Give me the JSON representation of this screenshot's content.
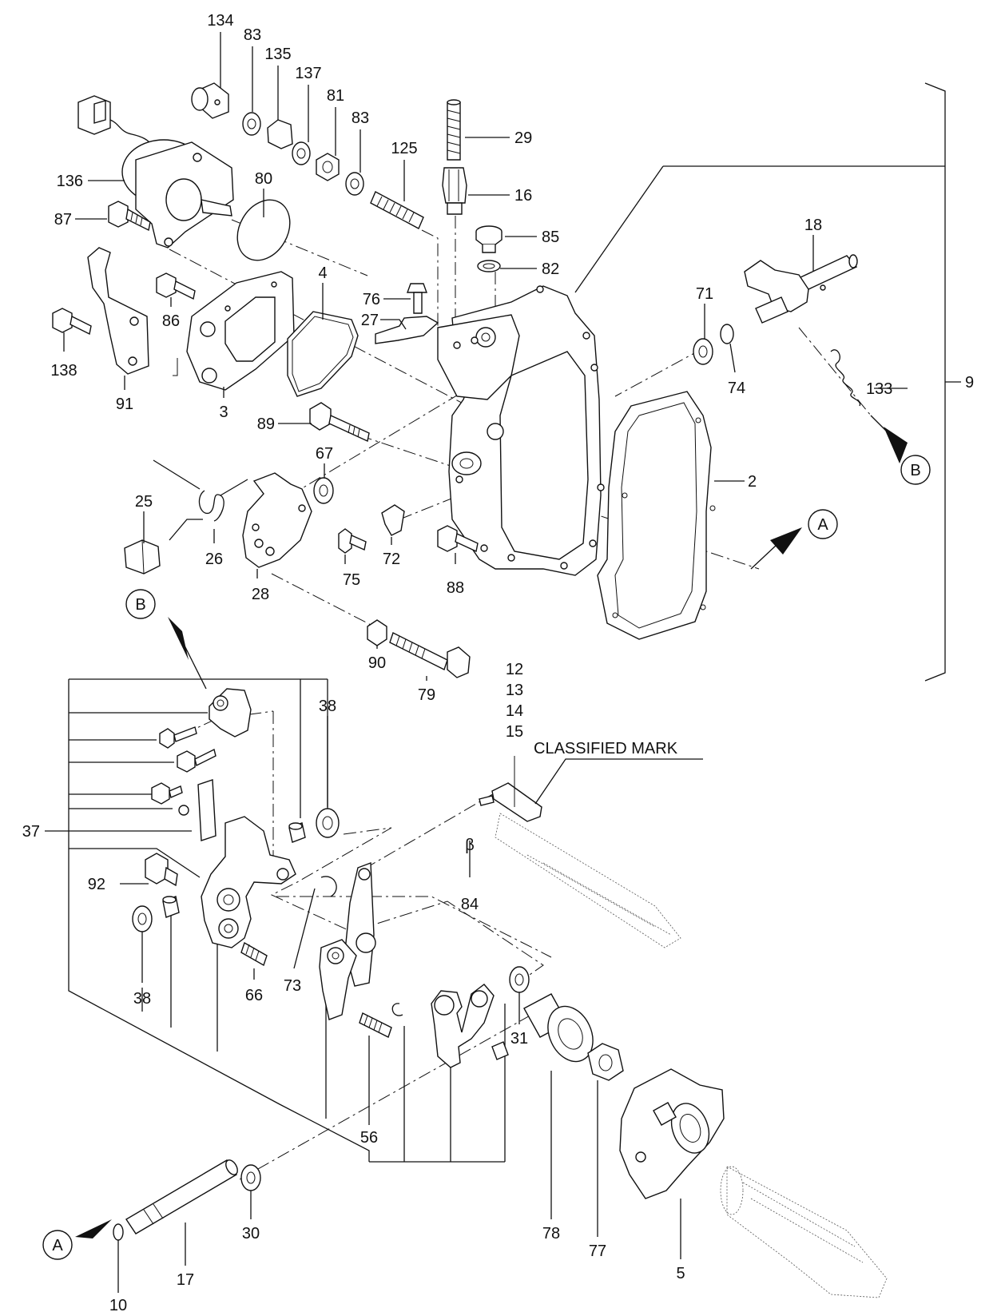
{
  "callouts": {
    "c134": "134",
    "c83a": "83",
    "c135": "135",
    "c137": "137",
    "c81": "81",
    "c83b": "83",
    "c125": "125",
    "c29": "29",
    "c16": "16",
    "c85": "85",
    "c82": "82",
    "c136": "136",
    "c87": "87",
    "c80": "80",
    "c4": "4",
    "c76": "76",
    "c27": "27",
    "c18": "18",
    "c71": "71",
    "c74": "74",
    "c133": "133",
    "c9": "9",
    "c138": "138",
    "c86": "86",
    "c91": "91",
    "c3": "3",
    "c89": "89",
    "c67": "67",
    "c25": "25",
    "c26": "26",
    "c28": "28",
    "c75": "75",
    "c72": "72",
    "c88": "88",
    "c2": "2",
    "c90": "90",
    "c79": "79",
    "c12": "12",
    "c13": "13",
    "c14": "14",
    "c15": "15",
    "c38a": "38",
    "c37": "37",
    "c92": "92",
    "c38b": "38",
    "c73": "73",
    "c66": "66",
    "c84": "84",
    "c31": "31",
    "c56": "56",
    "c30": "30",
    "c78": "78",
    "c77": "77",
    "c17": "17",
    "c10": "10",
    "c5": "5"
  },
  "refs": {
    "a1": "A",
    "a2": "A",
    "b1": "B",
    "b2": "B"
  },
  "note": "CLASSIFIED MARK",
  "beta": "β"
}
